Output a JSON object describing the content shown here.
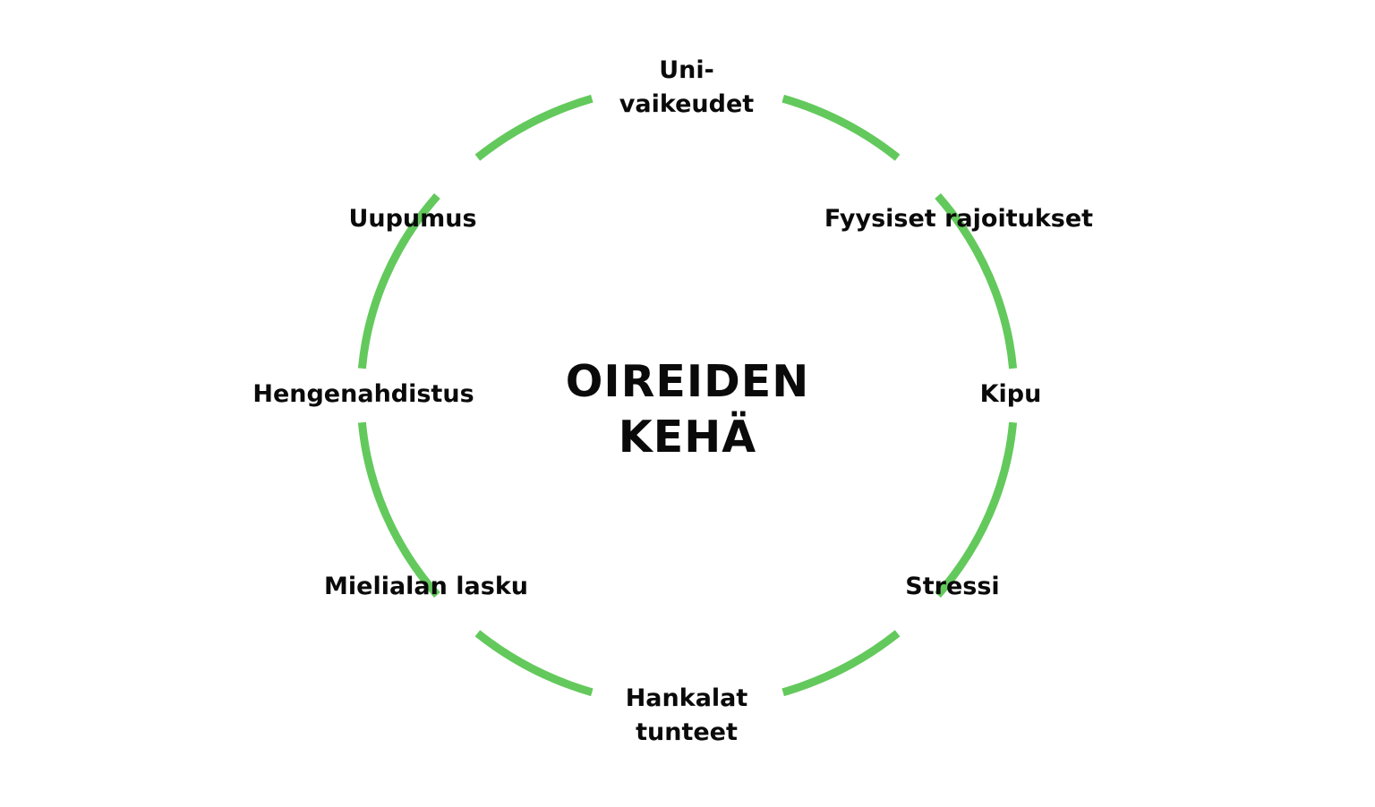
{
  "colors": {
    "ring": "#63c95c",
    "text": "#0a0a0a",
    "background": "#ffffff"
  },
  "center": {
    "line1": "OIREIDEN",
    "line2": "KEHÄ"
  },
  "nodes": [
    {
      "id": "univaikeudet",
      "lines": [
        "Uni-",
        "vaikeudet"
      ]
    },
    {
      "id": "fyysiset-rajoitukset",
      "lines": [
        "Fyysiset rajoitukset"
      ]
    },
    {
      "id": "kipu",
      "lines": [
        "Kipu"
      ]
    },
    {
      "id": "stressi",
      "lines": [
        "Stressi"
      ]
    },
    {
      "id": "hankalat-tunteet",
      "lines": [
        "Hankalat",
        "tunteet"
      ]
    },
    {
      "id": "mielialan-lasku",
      "lines": [
        "Mielialan lasku"
      ]
    },
    {
      "id": "hengenahdistus",
      "lines": [
        "Hengenahdistus"
      ]
    },
    {
      "id": "uupumus",
      "lines": [
        "Uupumus"
      ]
    }
  ]
}
